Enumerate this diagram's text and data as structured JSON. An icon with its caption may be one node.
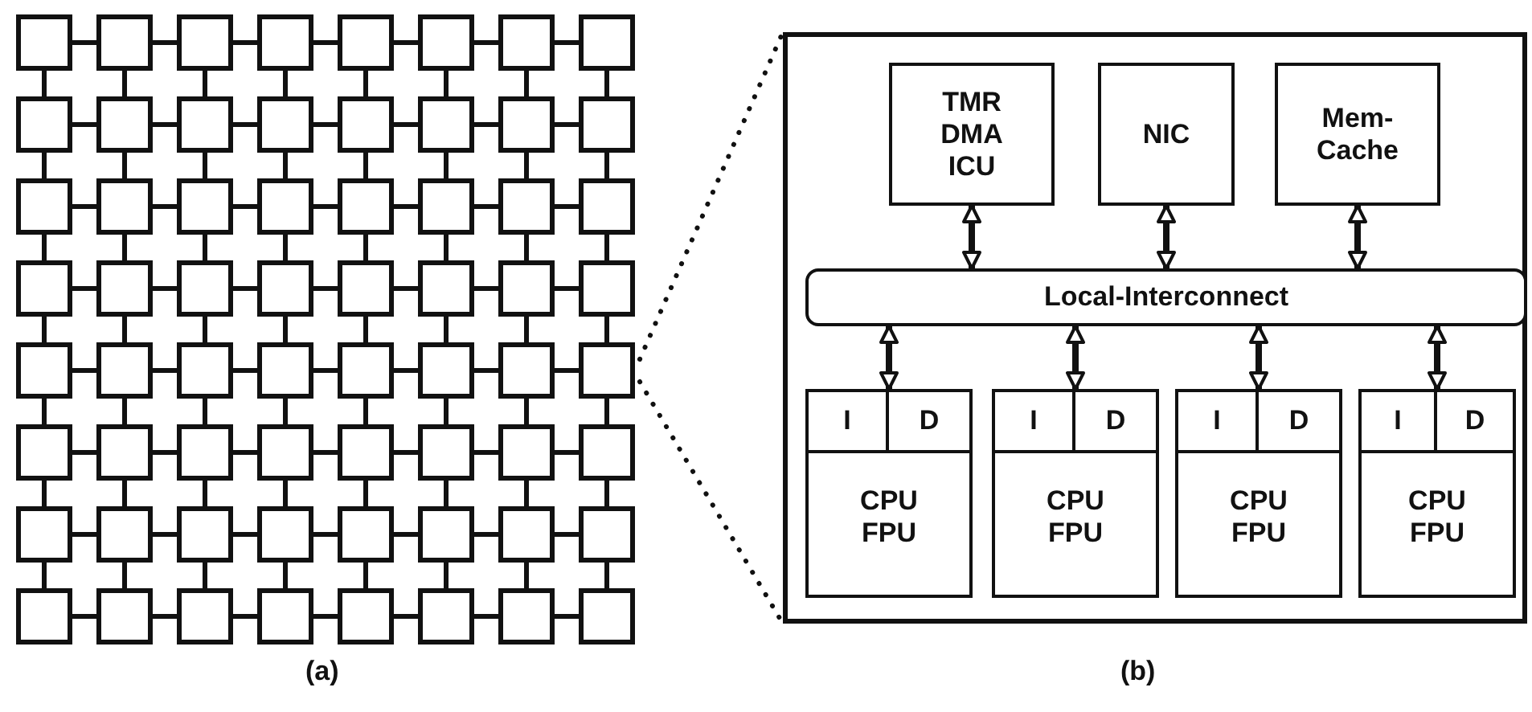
{
  "diagram": {
    "nodes": [
      {
        "text": [],
        "shape": "box"
      },
      {
        "text": [],
        "shape": "box"
      },
      {
        "text": [],
        "shape": "box"
      },
      {
        "text": [],
        "shape": "box"
      },
      {
        "text": [],
        "shape": "box"
      },
      {
        "text": [],
        "shape": "box"
      },
      {
        "text": [],
        "shape": "box"
      },
      {
        "text": [],
        "shape": "box"
      },
      {
        "text": [],
        "shape": "box"
      },
      {
        "text": [],
        "shape": "box"
      },
      {
        "text": [],
        "shape": "box"
      },
      {
        "text": [],
        "shape": "box"
      },
      {
        "text": [],
        "shape": "box"
      },
      {
        "text": [],
        "shape": "box"
      },
      {
        "text": [],
        "shape": "box"
      },
      {
        "text": [],
        "shape": "box"
      },
      {
        "text": [],
        "shape": "box"
      },
      {
        "text": [],
        "shape": "box"
      },
      {
        "text": [],
        "shape": "box"
      },
      {
        "text": [],
        "shape": "box"
      },
      {
        "text": [],
        "shape": "box"
      },
      {
        "text": [],
        "shape": "box"
      },
      {
        "text": [],
        "shape": "box"
      },
      {
        "text": [],
        "shape": "box"
      },
      {
        "text": [],
        "shape": "box"
      },
      {
        "text": [],
        "shape": "box"
      },
      {
        "text": [],
        "shape": "box"
      },
      {
        "text": [],
        "shape": "box"
      },
      {
        "text": [],
        "shape": "box"
      },
      {
        "text": [],
        "shape": "box"
      },
      {
        "text": [],
        "shape": "box"
      },
      {
        "text": [],
        "shape": "box"
      },
      {
        "text": [],
        "shape": "box"
      },
      {
        "text": [],
        "shape": "box"
      },
      {
        "text": [],
        "shape": "box"
      },
      {
        "text": [],
        "shape": "box"
      },
      {
        "text": [],
        "shape": "box"
      },
      {
        "text": [],
        "shape": "box"
      },
      {
        "text": [],
        "shape": "box"
      },
      {
        "text": [],
        "shape": "box"
      },
      {
        "text": [],
        "shape": "box"
      },
      {
        "text": [],
        "shape": "box"
      },
      {
        "text": [],
        "shape": "box"
      },
      {
        "text": [],
        "shape": "box"
      },
      {
        "text": [],
        "shape": "box"
      },
      {
        "text": [],
        "shape": "box"
      },
      {
        "text": [],
        "shape": "box"
      },
      {
        "text": [],
        "shape": "box"
      },
      {
        "text": [],
        "shape": "box"
      },
      {
        "text": [],
        "shape": "box"
      },
      {
        "text": [],
        "shape": "box"
      },
      {
        "text": [],
        "shape": "box"
      },
      {
        "text": [],
        "shape": "box"
      },
      {
        "text": [],
        "shape": "box"
      },
      {
        "text": [],
        "shape": "box"
      },
      {
        "text": [],
        "shape": "box"
      },
      {
        "text": [],
        "shape": "box"
      },
      {
        "text": [],
        "shape": "box"
      },
      {
        "text": [],
        "shape": "box"
      },
      {
        "text": [],
        "shape": "box"
      },
      {
        "text": [],
        "shape": "box"
      },
      {
        "text": [],
        "shape": "box"
      },
      {
        "text": [],
        "shape": "box"
      },
      {
        "text": [],
        "shape": "box"
      },
      {
        "text": [],
        "shape": "box"
      },
      {
        "text": [
          "TMR DMA ICU"
        ],
        "in": 64
      },
      {
        "text": [
          "NIC"
        ],
        "in": 64
      },
      {
        "text": [
          "Mem-Cache"
        ],
        "in": 64
      },
      {
        "text": [
          "Local-Interconnect"
        ],
        "in": 64
      },
      {
        "text": [
          "CPU FPU"
        ],
        "in": 64
      },
      {
        "text": [
          "I"
        ],
        "in": 69
      },
      {
        "text": [
          "D"
        ],
        "in": 69
      },
      {
        "text": [
          "CPU FPU"
        ],
        "in": 64
      },
      {
        "text": [
          "I"
        ],
        "in": 72
      },
      {
        "text": [
          "D"
        ],
        "in": 72
      },
      {
        "text": [
          "CPU FPU"
        ],
        "in": 64
      },
      {
        "text": [
          "I"
        ],
        "in": 75
      },
      {
        "text": [
          "D"
        ],
        "in": 75
      },
      {
        "text": [
          "CPU FPU"
        ],
        "in": 64
      },
      {
        "text": [
          "I"
        ],
        "in": 78
      },
      {
        "text": [
          "D"
        ],
        "in": 78
      }
    ],
    "edges": [
      {
        "from": 0,
        "to": 1,
        "arrow": "none"
      },
      {
        "from": 1,
        "to": 2,
        "arrow": "none"
      },
      {
        "from": 2,
        "to": 3,
        "arrow": "none"
      },
      {
        "from": 3,
        "to": 4,
        "arrow": "none"
      },
      {
        "from": 4,
        "to": 5,
        "arrow": "none"
      },
      {
        "from": 5,
        "to": 6,
        "arrow": "none"
      },
      {
        "from": 6,
        "to": 7,
        "arrow": "none"
      },
      {
        "from": 8,
        "to": 9,
        "arrow": "none"
      },
      {
        "from": 9,
        "to": 10,
        "arrow": "none"
      },
      {
        "from": 10,
        "to": 11,
        "arrow": "none"
      },
      {
        "from": 11,
        "to": 12,
        "arrow": "none"
      },
      {
        "from": 12,
        "to": 13,
        "arrow": "none"
      },
      {
        "from": 13,
        "to": 14,
        "arrow": "none"
      },
      {
        "from": 14,
        "to": 15,
        "arrow": "none"
      },
      {
        "from": 16,
        "to": 17,
        "arrow": "none"
      },
      {
        "from": 17,
        "to": 18,
        "arrow": "none"
      },
      {
        "from": 18,
        "to": 19,
        "arrow": "none"
      },
      {
        "from": 19,
        "to": 20,
        "arrow": "none"
      },
      {
        "from": 20,
        "to": 21,
        "arrow": "none"
      },
      {
        "from": 21,
        "to": 22,
        "arrow": "none"
      },
      {
        "from": 22,
        "to": 23,
        "arrow": "none"
      },
      {
        "from": 24,
        "to": 25,
        "arrow": "none"
      },
      {
        "from": 25,
        "to": 26,
        "arrow": "none"
      },
      {
        "from": 26,
        "to": 27,
        "arrow": "none"
      },
      {
        "from": 27,
        "to": 28,
        "arrow": "none"
      },
      {
        "from": 28,
        "to": 29,
        "arrow": "none"
      },
      {
        "from": 29,
        "to": 30,
        "arrow": "none"
      },
      {
        "from": 30,
        "to": 31,
        "arrow": "none"
      },
      {
        "from": 32,
        "to": 33,
        "arrow": "none"
      },
      {
        "from": 33,
        "to": 34,
        "arrow": "none"
      },
      {
        "from": 34,
        "to": 35,
        "arrow": "none"
      },
      {
        "from": 35,
        "to": 36,
        "arrow": "none"
      },
      {
        "from": 36,
        "to": 37,
        "arrow": "none"
      },
      {
        "from": 37,
        "to": 38,
        "arrow": "none"
      },
      {
        "from": 38,
        "to": 39,
        "arrow": "none"
      },
      {
        "from": 40,
        "to": 41,
        "arrow": "none"
      },
      {
        "from": 41,
        "to": 42,
        "arrow": "none"
      },
      {
        "from": 42,
        "to": 43,
        "arrow": "none"
      },
      {
        "from": 43,
        "to": 44,
        "arrow": "none"
      },
      {
        "from": 44,
        "to": 45,
        "arrow": "none"
      },
      {
        "from": 45,
        "to": 46,
        "arrow": "none"
      },
      {
        "from": 46,
        "to": 47,
        "arrow": "none"
      },
      {
        "from": 48,
        "to": 49,
        "arrow": "none"
      },
      {
        "from": 49,
        "to": 50,
        "arrow": "none"
      },
      {
        "from": 50,
        "to": 51,
        "arrow": "none"
      },
      {
        "from": 51,
        "to": 52,
        "arrow": "none"
      },
      {
        "from": 52,
        "to": 53,
        "arrow": "none"
      },
      {
        "from": 53,
        "to": 54,
        "arrow": "none"
      },
      {
        "from": 54,
        "to": 55,
        "arrow": "none"
      },
      {
        "from": 56,
        "to": 57,
        "arrow": "none"
      },
      {
        "from": 57,
        "to": 58,
        "arrow": "none"
      },
      {
        "from": 58,
        "to": 59,
        "arrow": "none"
      },
      {
        "from": 59,
        "to": 60,
        "arrow": "none"
      },
      {
        "from": 60,
        "to": 61,
        "arrow": "none"
      },
      {
        "from": 61,
        "to": 62,
        "arrow": "none"
      },
      {
        "from": 62,
        "to": 63,
        "arrow": "none"
      },
      {
        "from": 0,
        "to": 8,
        "arrow": "none"
      },
      {
        "from": 1,
        "to": 9,
        "arrow": "none"
      },
      {
        "from": 2,
        "to": 10,
        "arrow": "none"
      },
      {
        "from": 3,
        "to": 11,
        "arrow": "none"
      },
      {
        "from": 4,
        "to": 12,
        "arrow": "none"
      },
      {
        "from": 5,
        "to": 13,
        "arrow": "none"
      },
      {
        "from": 6,
        "to": 14,
        "arrow": "none"
      },
      {
        "from": 7,
        "to": 15,
        "arrow": "none"
      },
      {
        "from": 8,
        "to": 16,
        "arrow": "none"
      },
      {
        "from": 9,
        "to": 17,
        "arrow": "none"
      },
      {
        "from": 10,
        "to": 18,
        "arrow": "none"
      },
      {
        "from": 11,
        "to": 19,
        "arrow": "none"
      },
      {
        "from": 12,
        "to": 20,
        "arrow": "none"
      },
      {
        "from": 13,
        "to": 21,
        "arrow": "none"
      },
      {
        "from": 14,
        "to": 22,
        "arrow": "none"
      },
      {
        "from": 15,
        "to": 23,
        "arrow": "none"
      },
      {
        "from": 16,
        "to": 24,
        "arrow": "none"
      },
      {
        "from": 17,
        "to": 25,
        "arrow": "none"
      },
      {
        "from": 18,
        "to": 26,
        "arrow": "none"
      },
      {
        "from": 19,
        "to": 27,
        "arrow": "none"
      },
      {
        "from": 20,
        "to": 28,
        "arrow": "none"
      },
      {
        "from": 21,
        "to": 29,
        "arrow": "none"
      },
      {
        "from": 22,
        "to": 30,
        "arrow": "none"
      },
      {
        "from": 23,
        "to": 31,
        "arrow": "none"
      },
      {
        "from": 24,
        "to": 32,
        "arrow": "none"
      },
      {
        "from": 25,
        "to": 33,
        "arrow": "none"
      },
      {
        "from": 26,
        "to": 34,
        "arrow": "none"
      },
      {
        "from": 27,
        "to": 35,
        "arrow": "none"
      },
      {
        "from": 28,
        "to": 36,
        "arrow": "none"
      },
      {
        "from": 29,
        "to": 37,
        "arrow": "none"
      },
      {
        "from": 30,
        "to": 38,
        "arrow": "none"
      },
      {
        "from": 31,
        "to": 39,
        "arrow": "none"
      },
      {
        "from": 32,
        "to": 40,
        "arrow": "none"
      },
      {
        "from": 33,
        "to": 41,
        "arrow": "none"
      },
      {
        "from": 34,
        "to": 42,
        "arrow": "none"
      },
      {
        "from": 35,
        "to": 43,
        "arrow": "none"
      },
      {
        "from": 36,
        "to": 44,
        "arrow": "none"
      },
      {
        "from": 37,
        "to": 45,
        "arrow": "none"
      },
      {
        "from": 38,
        "to": 46,
        "arrow": "none"
      },
      {
        "from": 39,
        "to": 47,
        "arrow": "none"
      },
      {
        "from": 40,
        "to": 48,
        "arrow": "none"
      },
      {
        "from": 41,
        "to": 49,
        "arrow": "none"
      },
      {
        "from": 42,
        "to": 50,
        "arrow": "none"
      },
      {
        "from": 43,
        "to": 51,
        "arrow": "none"
      },
      {
        "from": 44,
        "to": 52,
        "arrow": "none"
      },
      {
        "from": 45,
        "to": 53,
        "arrow": "none"
      },
      {
        "from": 46,
        "to": 54,
        "arrow": "none"
      },
      {
        "from": 47,
        "to": 55,
        "arrow": "none"
      },
      {
        "from": 48,
        "to": 56,
        "arrow": "none"
      },
      {
        "from": 49,
        "to": 57,
        "arrow": "none"
      },
      {
        "from": 50,
        "to": 58,
        "arrow": "none"
      },
      {
        "from": 51,
        "to": 59,
        "arrow": "none"
      },
      {
        "from": 52,
        "to": 60,
        "arrow": "none"
      },
      {
        "from": 53,
        "to": 61,
        "arrow": "none"
      },
      {
        "from": 54,
        "to": 62,
        "arrow": "none"
      },
      {
        "from": 55,
        "to": 63,
        "arrow": "none"
      },
      {
        "from": 39,
        "to": 64,
        "arrow": "none",
        "style": "dashed"
      },
      {
        "from": 39,
        "to": 64,
        "arrow": "none",
        "style": "dashed"
      },
      {
        "from": 65,
        "to": 68,
        "arrow": "both"
      },
      {
        "from": 66,
        "to": 68,
        "arrow": "both"
      },
      {
        "from": 67,
        "to": 68,
        "arrow": "both"
      },
      {
        "from": 68,
        "to": 69,
        "arrow": "both"
      },
      {
        "from": 68,
        "to": 72,
        "arrow": "both"
      },
      {
        "from": 68,
        "to": 75,
        "arrow": "both"
      },
      {
        "from": 68,
        "to": 78,
        "arrow": "both"
      }
    ],
    "labels": [
      "(a)",
      "(b)"
    ]
  }
}
